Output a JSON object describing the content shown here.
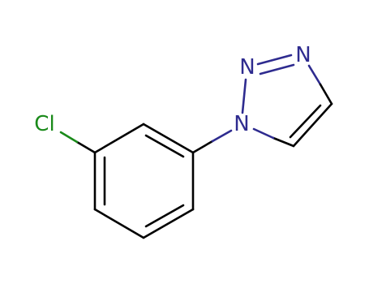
{
  "molecule": {
    "atoms": {
      "chlorine": "Cl",
      "triazole_n1": "N",
      "triazole_n2": "N",
      "triazole_n3": "N"
    },
    "colors": {
      "carbon_bond": "#000000",
      "nitrogen": "#2e2b8f",
      "chlorine": "#1a8a1a"
    }
  }
}
